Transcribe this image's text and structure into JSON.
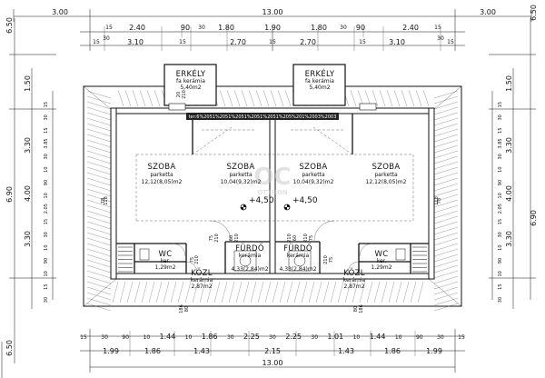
{
  "dims": {
    "top_row1": [
      "3.00",
      "13.00",
      "3.00"
    ],
    "top_row2": [
      "15",
      "2.40",
      "90",
      "30",
      "1.80",
      "1.90",
      "1.80",
      "30",
      "90",
      "2.40",
      "15"
    ],
    "top_row3": [
      "15",
      "30",
      "3.10",
      "15",
      "2.70",
      "15",
      "2.70",
      "15",
      "3.10",
      "30",
      "15"
    ],
    "bottom_row1": [
      "15",
      "30",
      "90",
      "10",
      "1.44",
      "10",
      "1.86",
      "30",
      "2.25",
      "30",
      "2.25",
      "30",
      "1.01",
      "10",
      "1.44",
      "10",
      "90",
      "30",
      "15"
    ],
    "bottom_row2": [
      "1.99",
      "1.86",
      "1.43",
      "2.15",
      "1.43",
      "1.86",
      "1.99"
    ],
    "bottom_total": "13.00",
    "left_outer": [
      "6.50",
      "1.50",
      "6.90",
      "6.50"
    ],
    "left_inner": [
      "3.30",
      "4.00",
      "3.30"
    ],
    "left_small": [
      "15",
      "30",
      "15",
      "3.85",
      "30",
      "10",
      "90",
      "10",
      "2.05",
      "15",
      "30",
      "10",
      "90",
      "10",
      "15",
      "30"
    ],
    "right_outer": [
      "6.50",
      "1.50",
      "6.90"
    ],
    "right_inner": [
      "3.30",
      "4.00",
      "3.30"
    ],
    "right_small": [
      "15",
      "30",
      "15",
      "3.85",
      "30",
      "10",
      "90",
      "10",
      "2.05",
      "15",
      "30",
      "10",
      "90",
      "10",
      "15",
      "30"
    ],
    "mid_small": [
      "78",
      "118",
      "20",
      "210",
      "75",
      "210",
      "75",
      "210",
      "60",
      "210",
      "186",
      "80",
      "78",
      "118",
      "186",
      "80",
      "75",
      "210",
      "75",
      "210",
      "60",
      "210"
    ]
  },
  "rooms": {
    "balcony_left": {
      "name": "ERKÉLY",
      "floor": "fa kerámia",
      "area": "5,40m2"
    },
    "balcony_right": {
      "name": "ERKÉLY",
      "floor": "fa kerámia",
      "area": "5,40m2"
    },
    "szoba1": {
      "name": "SZOBA",
      "floor": "parketta",
      "area": "12,12(8,05)m2"
    },
    "szoba2": {
      "name": "SZOBA",
      "floor": "parketta",
      "area": "10,04(9,32)m2"
    },
    "szoba3": {
      "name": "SZOBA",
      "floor": "parketta",
      "area": "10,04(9,32)m2"
    },
    "szoba4": {
      "name": "SZOBA",
      "floor": "parketta",
      "area": "12,12(8,05)m2"
    },
    "wc_left": {
      "name": "WC",
      "floor": "ker.",
      "area": "1,29m2"
    },
    "wc_right": {
      "name": "WC",
      "floor": "ker.",
      "area": "1,29m2"
    },
    "furdo_left": {
      "name": "FÜRDŐ",
      "floor": "kerámia",
      "area": "4,33(2,84)m2"
    },
    "furdo_right": {
      "name": "FÜRDŐ",
      "floor": "kerámia",
      "area": "4,33(2,84)m2"
    },
    "kozl_left": {
      "name": "KÖZL",
      "floor": "kerámia",
      "area": "2,87m2"
    },
    "kozl_right": {
      "name": "KÖZL",
      "floor": "kerámia",
      "area": "2,87m2"
    }
  },
  "levels": {
    "left": "+4,50",
    "right": "+4,50"
  },
  "section_note": "ter:6%2051%2051%2051%2051%2051%205%201%2003%2003",
  "watermark": {
    "logo": "OC",
    "text": "OTTHON"
  }
}
